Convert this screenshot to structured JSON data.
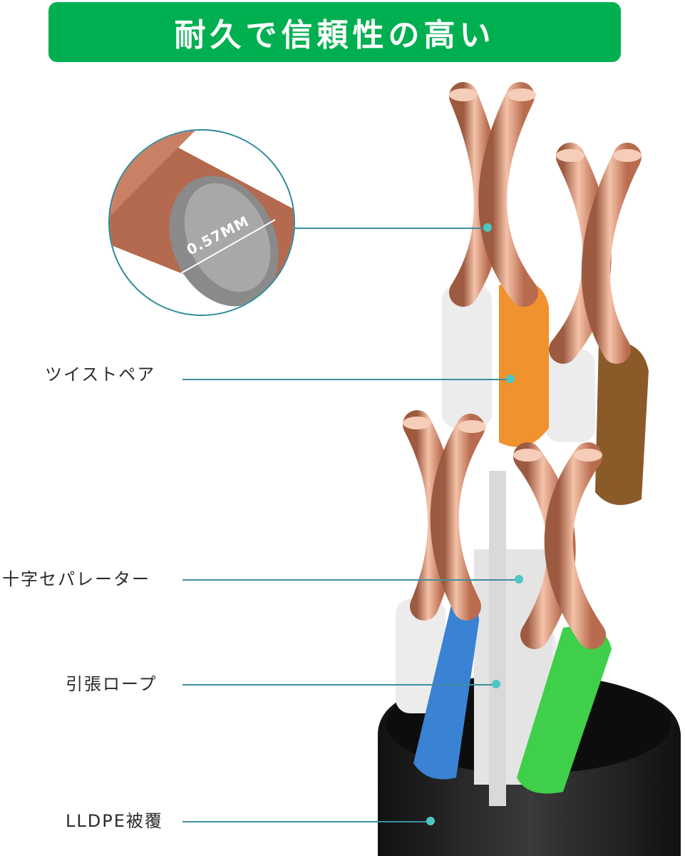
{
  "banner": {
    "title": "耐久で信頼性の高い",
    "color": "#00b050"
  },
  "zoom_detail": {
    "dimension": "0.57MM"
  },
  "callouts": [
    {
      "label": "ツイストペア"
    },
    {
      "label": "十字セパレーター"
    },
    {
      "label": "引張ロープ"
    },
    {
      "label": "LLDPE被覆"
    }
  ],
  "colors": {
    "callout_line": "#3e8f9e",
    "callout_dot": "#4fc6c6",
    "copper": "#d9876a",
    "jacket": "#1e1e1e"
  }
}
